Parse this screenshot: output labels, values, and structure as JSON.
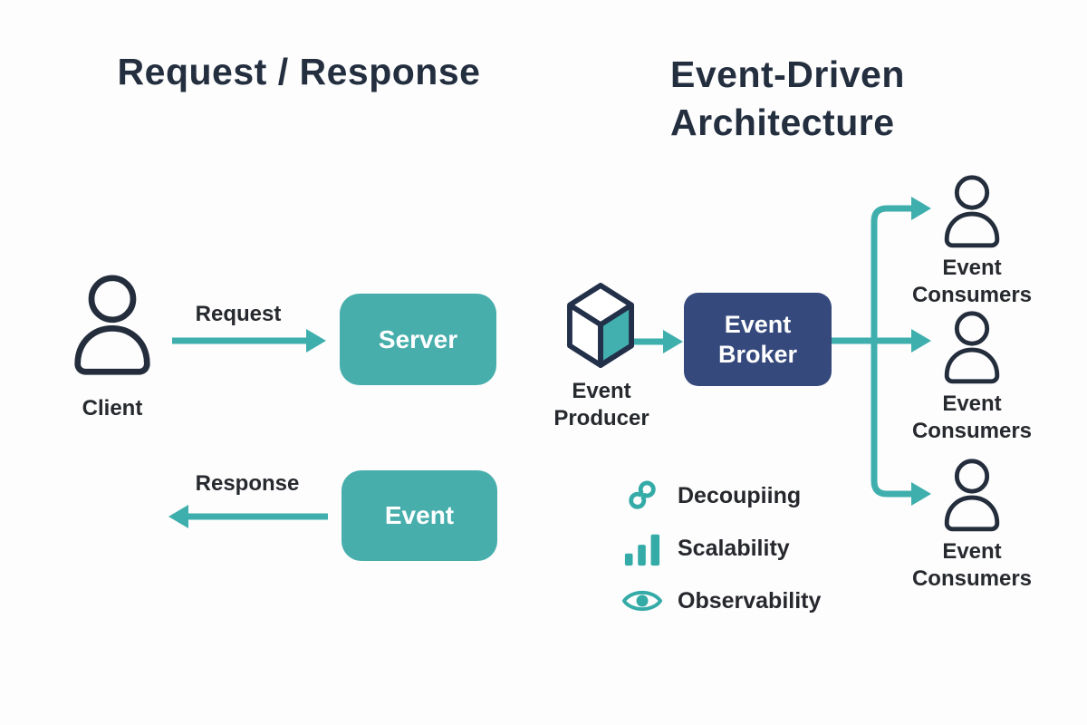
{
  "titles": {
    "left": "Request / Response",
    "right_line1": "Event-Driven",
    "right_line2": "Architecture"
  },
  "request_response": {
    "client_label": "Client",
    "request_arrow_label": "Request",
    "server_box_label": "Server",
    "response_arrow_label": "Response",
    "event_box_label": "Event"
  },
  "event_driven": {
    "producer_icon": "cube-icon",
    "producer_label_line1": "Event",
    "producer_label_line2": "Producer",
    "broker_label_line1": "Event",
    "broker_label_line2": "Broker",
    "consumers": [
      {
        "icon": "person-icon",
        "label_line1": "Event",
        "label_line2": "Consumers"
      },
      {
        "icon": "person-icon",
        "label_line1": "Event",
        "label_line2": "Consumers"
      },
      {
        "icon": "person-icon",
        "label_line1": "Event",
        "label_line2": "Consumers"
      }
    ]
  },
  "features": [
    {
      "icon": "chain-link-icon",
      "label": "Decoupiing"
    },
    {
      "icon": "bar-chart-icon",
      "label": "Scalability"
    },
    {
      "icon": "eye-icon",
      "label": "Observability"
    }
  ],
  "colors": {
    "teal": "#47aeac",
    "arrow_teal": "#3fafae",
    "navy_box": "#35497c",
    "title_text": "#232e3f",
    "label_text": "#26292e",
    "icon_outline": "#242d3c",
    "box_text": "#ffffff",
    "background": "#ffffff"
  }
}
